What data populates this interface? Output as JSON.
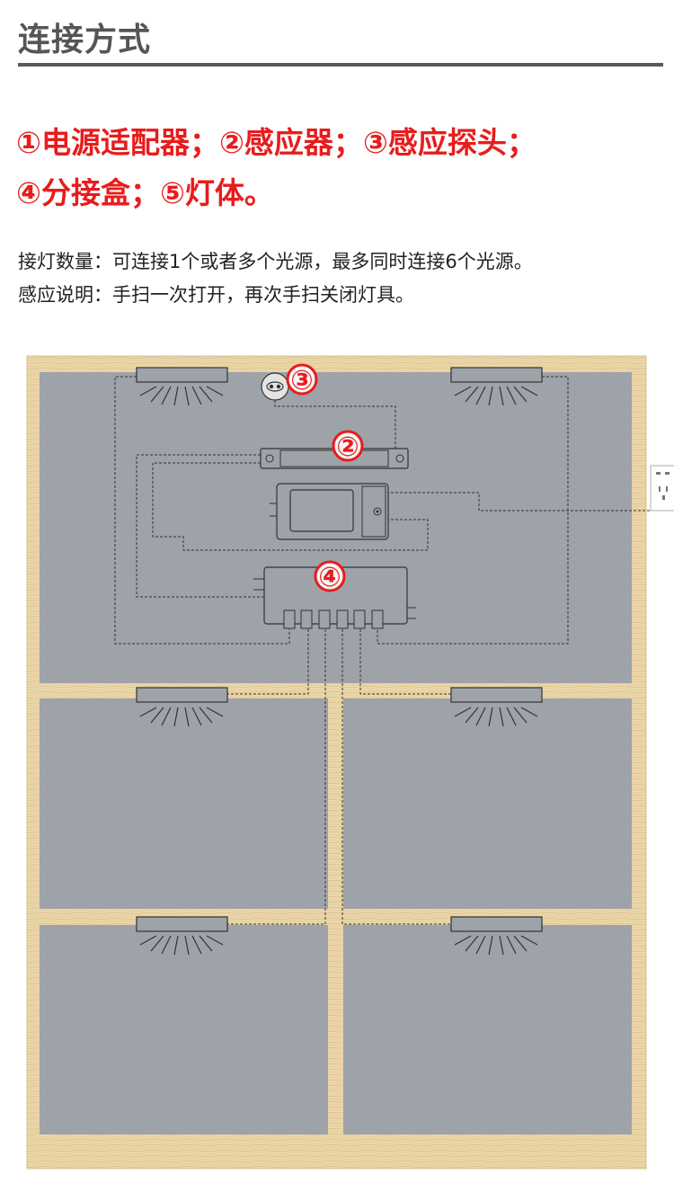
{
  "header": {
    "title": "连接方式"
  },
  "legend": {
    "line1": "①电源适配器；②感应器；③感应探头；",
    "line2": "④分接盒；⑤灯体。"
  },
  "description": {
    "line1": "接灯数量：可连接1个或者多个光源，最多同时连接6个光源。",
    "line2": "感应说明：手扫一次打开，再次手扫关闭灯具。"
  },
  "diagram": {
    "labels": {
      "sensor_probe": "③",
      "sensor": "②",
      "junction_box": "④"
    },
    "colors": {
      "wood": "#ead6a8",
      "panel": "#9ea2a9",
      "wire": "#333333",
      "label": "#e81c1c"
    },
    "icons": [
      "led-light-icon",
      "sensor-probe-icon",
      "sensor-icon",
      "power-adapter-icon",
      "junction-box-icon",
      "wall-socket-icon"
    ]
  }
}
